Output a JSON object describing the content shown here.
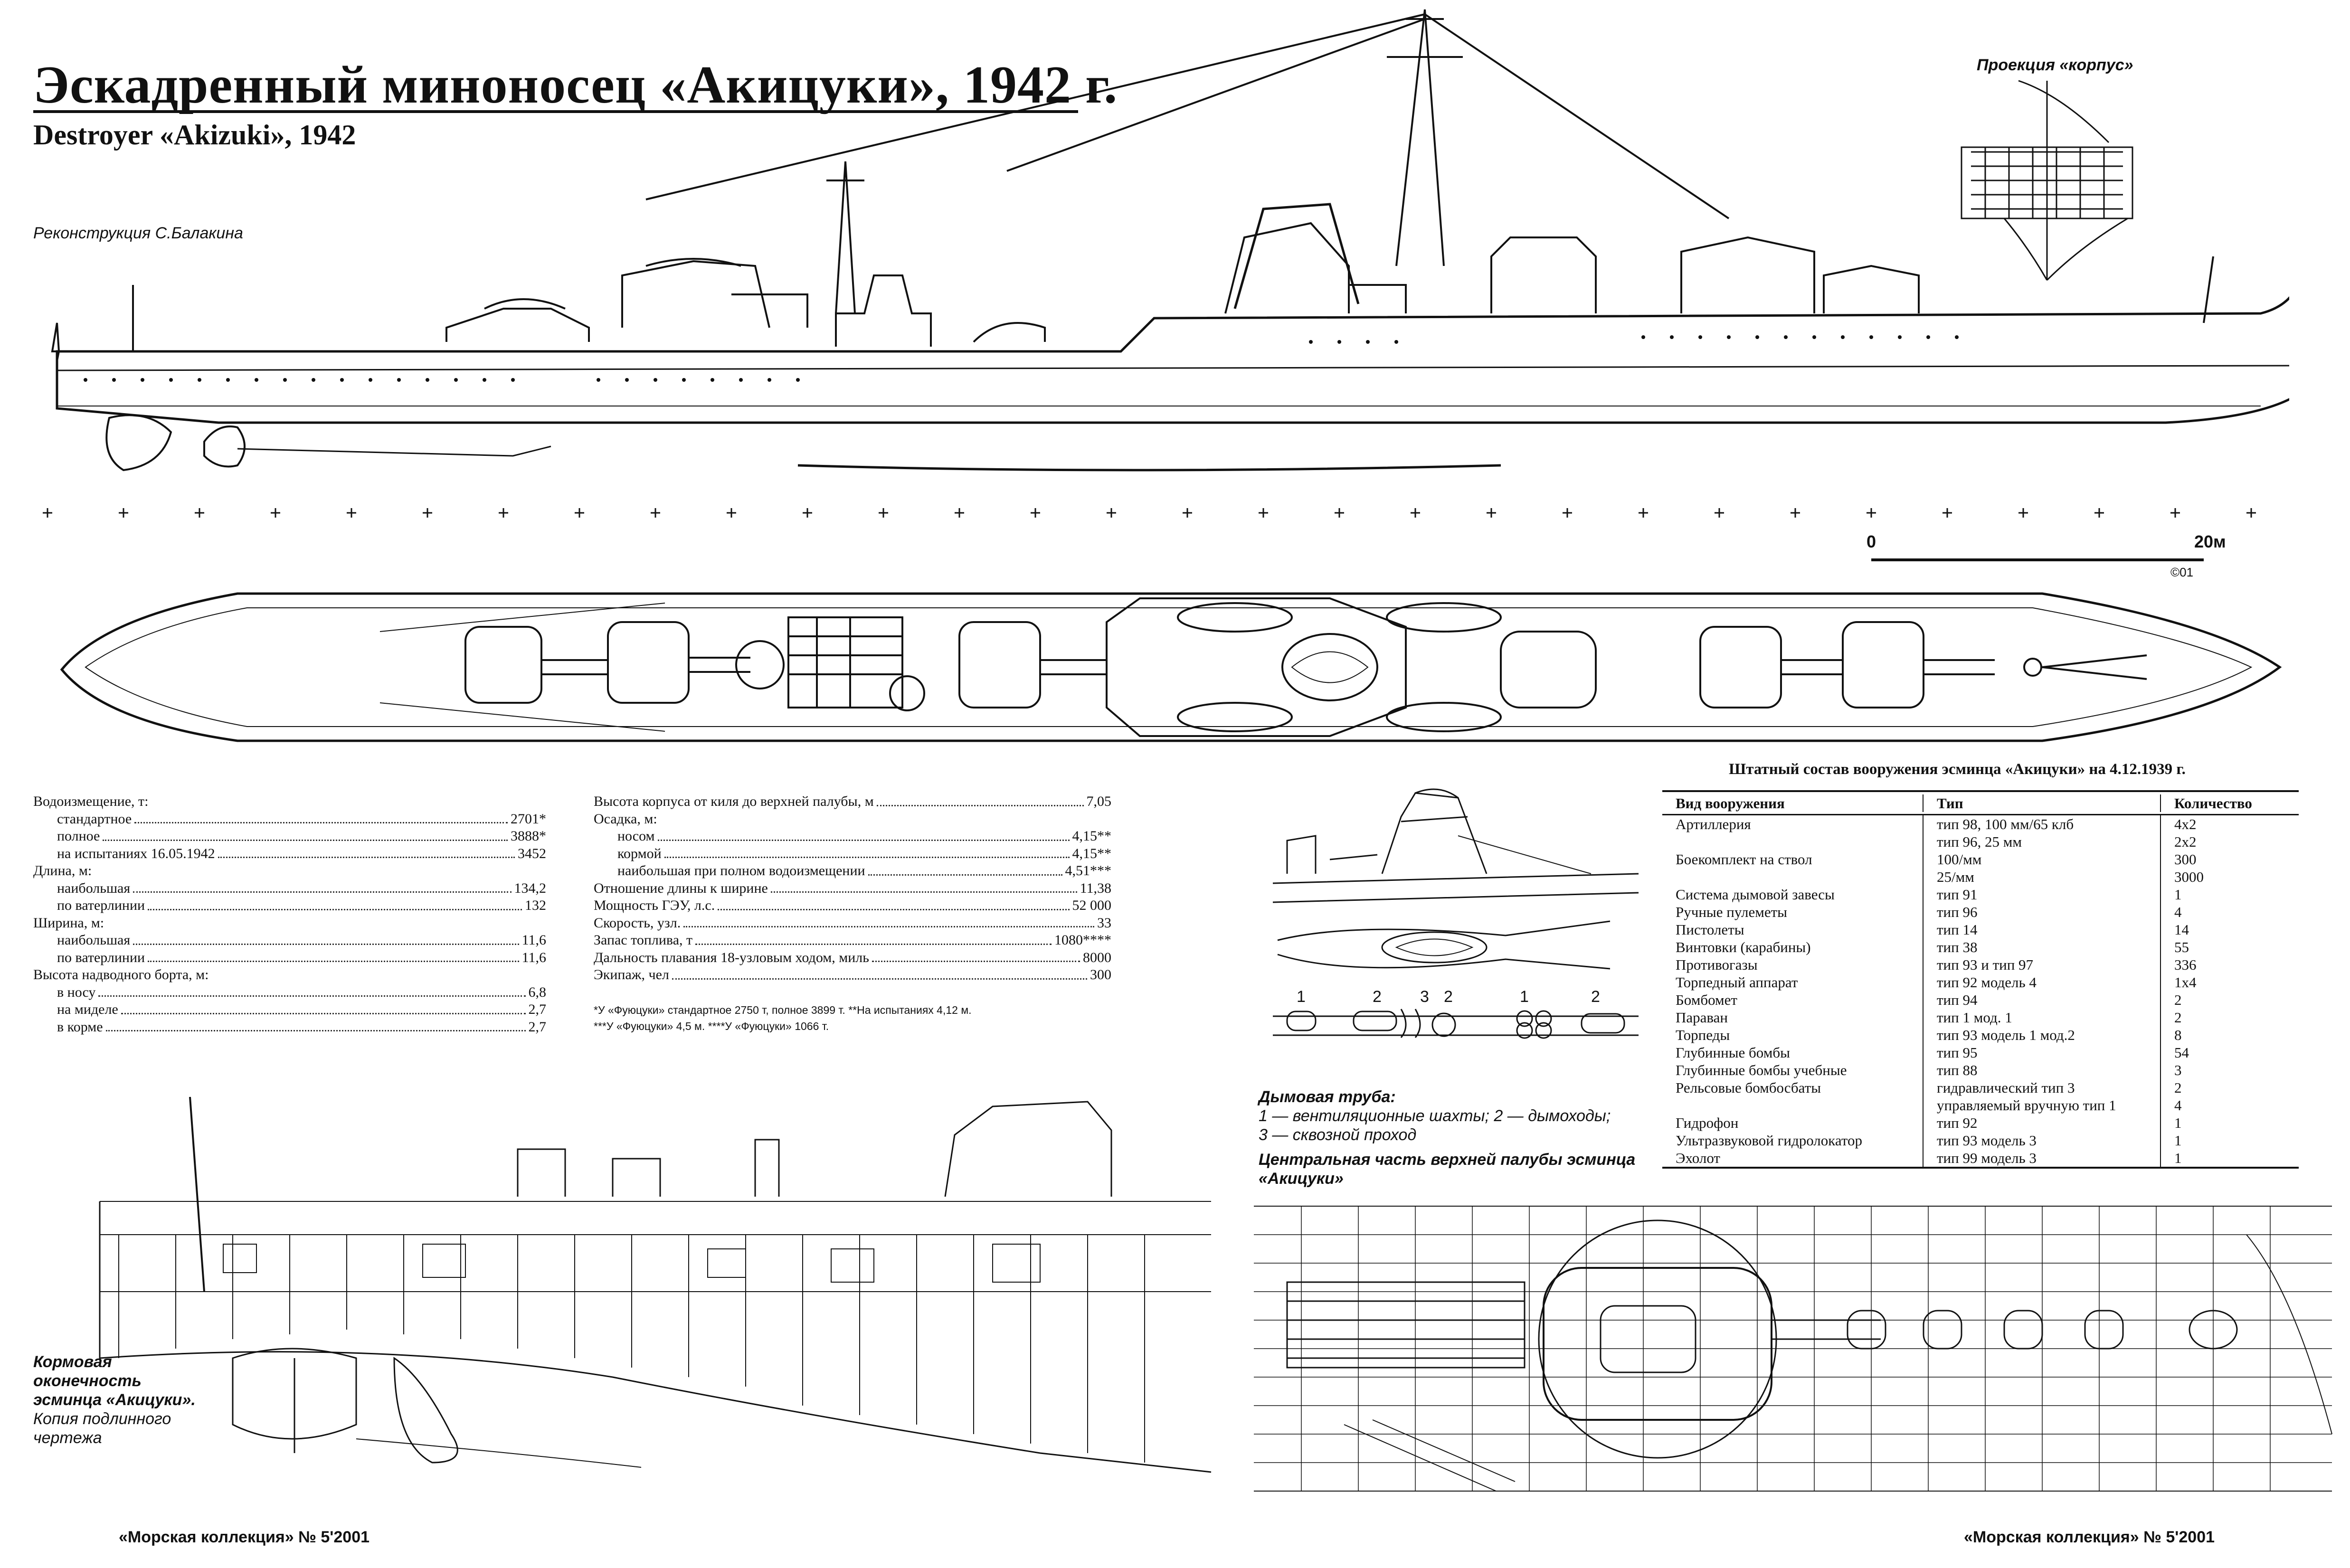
{
  "title_ru": "Эскадренный миноносец «Акицуки», 1942 г.",
  "title_en": "Destroyer «Akizuki», 1942",
  "reconstruction": "Реконструкция С.Балакина",
  "projection_label": "Проекция «корпус»",
  "scale": {
    "start": "0",
    "end": "20м",
    "code": "©01"
  },
  "specs_left": [
    {
      "label": "Водоизмещение, т:",
      "value": "",
      "level": 0
    },
    {
      "label": "стандартное",
      "value": "2701*",
      "level": 1
    },
    {
      "label": "полное",
      "value": "3888*",
      "level": 1
    },
    {
      "label": "на испытаниях 16.05.1942",
      "value": "3452",
      "level": 1
    },
    {
      "label": "Длина, м:",
      "value": "",
      "level": 0
    },
    {
      "label": "наибольшая",
      "value": "134,2",
      "level": 1
    },
    {
      "label": "по ватерлинии",
      "value": "132",
      "level": 1
    },
    {
      "label": "Ширина, м:",
      "value": "",
      "level": 0
    },
    {
      "label": "наибольшая",
      "value": "11,6",
      "level": 1
    },
    {
      "label": "по ватерлинии",
      "value": "11,6",
      "level": 1
    },
    {
      "label": "Высота надводного борта, м:",
      "value": "",
      "level": 0
    },
    {
      "label": "в носу",
      "value": "6,8",
      "level": 1
    },
    {
      "label": "на миделе",
      "value": "2,7",
      "level": 1
    },
    {
      "label": "в корме",
      "value": "2,7",
      "level": 1
    }
  ],
  "specs_right": [
    {
      "label": "Высота корпуса от киля до верхней палубы, м",
      "value": "7,05",
      "level": 0
    },
    {
      "label": "Осадка, м:",
      "value": "",
      "level": 0
    },
    {
      "label": "носом",
      "value": "4,15**",
      "level": 1
    },
    {
      "label": "кормой",
      "value": "4,15**",
      "level": 1
    },
    {
      "label": "наибольшая при полном водоизмещении",
      "value": "4,51***",
      "level": 1
    },
    {
      "label": "Отношение длины к ширине",
      "value": "11,38",
      "level": 0
    },
    {
      "label": "Мощность ГЭУ, л.с.",
      "value": "52 000",
      "level": 0
    },
    {
      "label": "Скорость, узл.",
      "value": "33",
      "level": 0
    },
    {
      "label": "Запас топлива, т",
      "value": "1080****",
      "level": 0
    },
    {
      "label": "Дальность плавания 18-узловым ходом, миль",
      "value": "8000",
      "level": 0
    },
    {
      "label": "Экипаж, чел",
      "value": "300",
      "level": 0
    }
  ],
  "footnotes": [
    "*У «Фуюцуки» стандартное 2750 т, полное 3899 т. **На испытаниях 4,12 м.",
    "***У «Фуюцуки» 4,5 м. ****У «Фуюцуки» 1066 т."
  ],
  "armament": {
    "title": "Штатный состав вооружения эсминца «Акицуки» на 4.12.1939 г.",
    "headers": [
      "Вид вооружения",
      "Тип",
      "Количество"
    ],
    "rows": [
      [
        "Артиллерия",
        "тип 98, 100 мм/65 клб",
        "4x2"
      ],
      [
        "",
        "тип 96, 25 мм",
        "2x2"
      ],
      [
        "Боекомплект на ствол",
        "100/мм",
        "300"
      ],
      [
        "",
        "25/мм",
        "3000"
      ],
      [
        "Система дымовой завесы",
        "тип 91",
        "1"
      ],
      [
        "Ручные пулеметы",
        "тип 96",
        "4"
      ],
      [
        "Пистолеты",
        "тип 14",
        "14"
      ],
      [
        "Винтовки (карабины)",
        "тип 38",
        "55"
      ],
      [
        "Противогазы",
        "тип 93 и тип 97",
        "336"
      ],
      [
        "Торпедный аппарат",
        "тип 92 модель 4",
        "1x4"
      ],
      [
        "Бомбомет",
        "тип 94",
        "2"
      ],
      [
        "Параван",
        "тип 1 мод. 1",
        "2"
      ],
      [
        "Торпеды",
        "тип 93 модель 1 мод.2",
        "8"
      ],
      [
        "Глубинные бомбы",
        "тип 95",
        "54"
      ],
      [
        "Глубинные бомбы учебные",
        "тип 88",
        "3"
      ],
      [
        "Рельсовые бомбосбаты",
        "гидравлический тип 3",
        "2"
      ],
      [
        "",
        "управляемый вручную тип 1",
        "4"
      ],
      [
        "Гидрофон",
        "тип 92",
        "1"
      ],
      [
        "Ультразвуковой гидролокатор",
        "тип 93 модель 3",
        "1"
      ],
      [
        "Эхолот",
        "тип 99 модель 3",
        "1"
      ]
    ]
  },
  "funnel": {
    "title": "Дымовая труба:",
    "line1": "1 — вентиляционные шахты; 2 — дымоходы;",
    "line2": "3 — сквозной проход",
    "numbers": [
      "1",
      "2",
      "3",
      "2",
      "1",
      "2"
    ]
  },
  "central_deck_caption": {
    "line1": "Центральная часть верхней палубы эсминца",
    "line2": "«Акицуки»"
  },
  "stern_caption": {
    "line1": "Кормовая",
    "line2": "оконечность",
    "line3": "эсминца «Акицуки».",
    "line4": "Копия подлинного",
    "line5": "чертежа"
  },
  "footer_left": "«Морская коллекция» № 5'2001",
  "footer_right": "«Морская коллекция» № 5'2001"
}
